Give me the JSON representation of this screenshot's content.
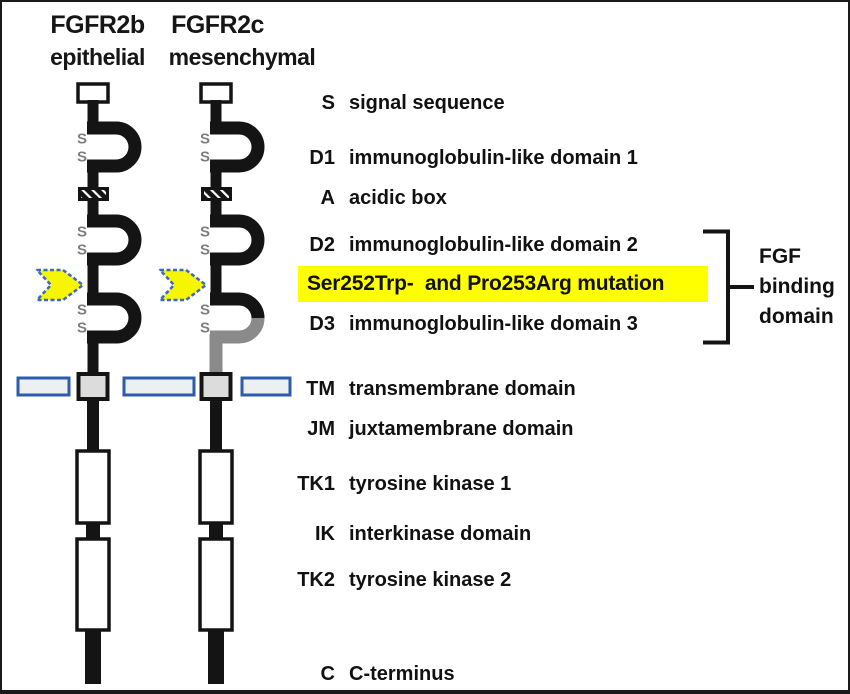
{
  "figure": {
    "columns": [
      {
        "gene": "FGFR2b",
        "tissue": "epithelial"
      },
      {
        "gene": "FGFR2c",
        "tissue": "mesenchymal"
      }
    ],
    "disulfide_letter": "S"
  },
  "legend": {
    "rows": [
      {
        "abbr": "S",
        "desc": "signal sequence"
      },
      {
        "abbr": "D1",
        "desc": "immunoglobulin-like domain 1"
      },
      {
        "abbr": "A",
        "desc": "acidic box"
      },
      {
        "abbr": "D2",
        "desc": "immunoglobulin-like domain 2"
      },
      {
        "abbr": "D3",
        "desc": "immunoglobulin-like domain 3"
      },
      {
        "abbr": "TM",
        "desc": "transmembrane domain"
      },
      {
        "abbr": "JM",
        "desc": "juxtamembrane domain"
      },
      {
        "abbr": "TK1",
        "desc": "tyrosine kinase 1"
      },
      {
        "abbr": "IK",
        "desc": "interkinase domain"
      },
      {
        "abbr": "TK2",
        "desc": "tyrosine kinase 2"
      },
      {
        "abbr": "C",
        "desc": "C-terminus"
      }
    ],
    "mutation_highlight": "Ser252Trp-  and Pro253Arg mutation",
    "fgf_binding": {
      "lines": [
        "FGF",
        "binding",
        "domain"
      ]
    }
  },
  "colors": {
    "structure-black": "#141414",
    "splice-gray": "#8a8a8a",
    "disulfide-gray": "#7d7d7d",
    "membrane-blue": "#2d5cae",
    "membrane-fill": "#edf0f0",
    "arrow-yellow": "#f6f600",
    "arrow-border": "#3a67c9",
    "highlight-yellow": "#ffff00",
    "tm-box-fill": "#dcdcdc"
  }
}
